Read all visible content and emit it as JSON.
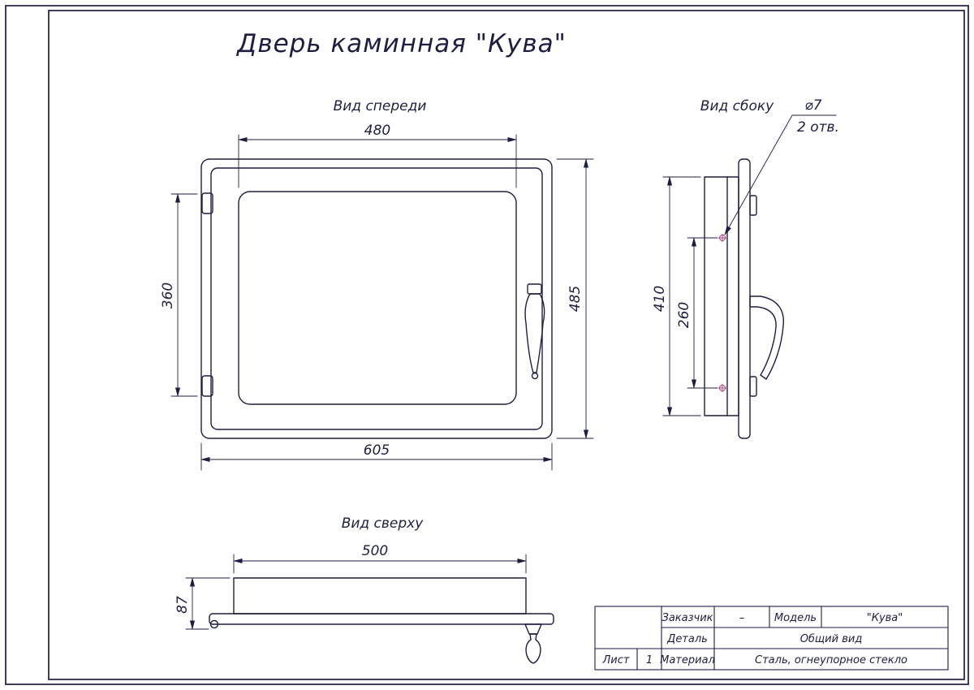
{
  "title": "Дверь каминная \"Кува\"",
  "views": {
    "front": {
      "label": "Вид спереди",
      "dim_glass_width": "480",
      "dim_total_width": "605",
      "dim_total_height": "485",
      "dim_hinge_span": "360"
    },
    "side": {
      "label": "Вид сбоку",
      "hole_dia": "⌀7",
      "hole_count": "2 отв.",
      "dim_body_height": "410",
      "dim_hole_spacing": "260"
    },
    "top": {
      "label": "Вид сверху",
      "dim_width": "500",
      "dim_depth": "87"
    }
  },
  "title_block": {
    "customer_label": "Заказчик",
    "customer_value": "–",
    "model_label": "Модель",
    "model_value": "\"Кува\"",
    "detail_label": "Деталь",
    "detail_value": "Общий вид",
    "sheet_label": "Лист",
    "sheet_value": "1",
    "material_label": "Материал",
    "material_value": "Сталь, огнеупорное стекло"
  },
  "colors": {
    "ink": "#1e1e40",
    "paper": "#ffffff",
    "hole_accent": "#b0508e"
  }
}
